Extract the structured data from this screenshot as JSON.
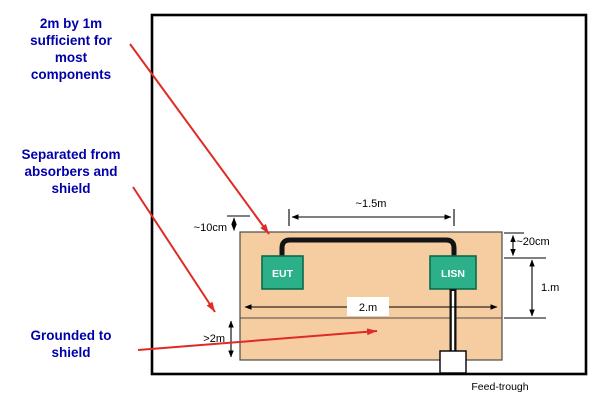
{
  "annotations": {
    "top": "2m by 1m\nsufficient for\nmost\ncomponents",
    "middle": "Separated from\nabsorbers and\nshield",
    "bottom": "Grounded to\nshield"
  },
  "diagram": {
    "eut_label": "EUT",
    "lisn_label": "LISN",
    "feedthrough_label": "Feed-trough",
    "dims": {
      "cable_span": "~1.5m",
      "cable_height": "~10cm",
      "edge_distance": "~20cm",
      "table_height": "1.m",
      "table_width": "2.m",
      "clearance": ">2m"
    },
    "colors": {
      "annotation_text": "#0000AA",
      "pointer_arrows": "#DF2B26",
      "table_fill": "#F5CDA0",
      "device_box_fill": "#2CB089"
    }
  }
}
